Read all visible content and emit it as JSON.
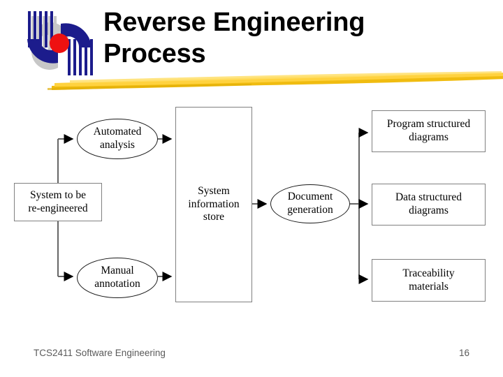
{
  "slide": {
    "title": "Reverse Engineering Process",
    "title_line1": "Reverse Engineering",
    "title_line2": "Process"
  },
  "logo": {
    "name": "mmu-logo",
    "colors": {
      "blue": "#1c1c8c",
      "red": "#ee1111",
      "shadow": "#9a9a9a"
    }
  },
  "divider": {
    "name": "yellow-brush-stroke",
    "color": "#f5c211",
    "color_light": "#ffd54a"
  },
  "diagram": {
    "type": "process-flow",
    "nodes": [
      {
        "id": "system-reeng",
        "shape": "box",
        "label": "System to be re-engineered",
        "line1": "System to be",
        "line2": "re-engineered"
      },
      {
        "id": "automated",
        "shape": "ellipse",
        "label": "Automated analysis",
        "line1": "Automated",
        "line2": "analysis"
      },
      {
        "id": "manual",
        "shape": "ellipse",
        "label": "Manual annotation",
        "line1": "Manual",
        "line2": "annotation"
      },
      {
        "id": "info-store",
        "shape": "box",
        "label": "System information store",
        "line1": "System",
        "line2": "information",
        "line3": "store"
      },
      {
        "id": "docgen",
        "shape": "ellipse",
        "label": "Document generation",
        "line1": "Document",
        "line2": "generation"
      },
      {
        "id": "program-diag",
        "shape": "box",
        "label": "Program structured diagrams",
        "line1": "Program structured",
        "line2": "diagrams"
      },
      {
        "id": "data-diag",
        "shape": "box",
        "label": "Data structured diagrams",
        "line1": "Data structured",
        "line2": "diagrams"
      },
      {
        "id": "trace-mat",
        "shape": "box",
        "label": "Traceability materials",
        "line1": "Traceability",
        "line2": "materials"
      }
    ],
    "edges": [
      {
        "from": "system-reeng",
        "to": "automated"
      },
      {
        "from": "system-reeng",
        "to": "manual"
      },
      {
        "from": "automated",
        "to": "info-store"
      },
      {
        "from": "manual",
        "to": "info-store"
      },
      {
        "from": "info-store",
        "to": "docgen"
      },
      {
        "from": "docgen",
        "to": "program-diag"
      },
      {
        "from": "docgen",
        "to": "data-diag"
      },
      {
        "from": "docgen",
        "to": "trace-mat"
      }
    ],
    "line_color": "#666666",
    "arrow_color": "#000000"
  },
  "footer": {
    "course": "TCS2411 Software Engineering",
    "page_number": "16"
  }
}
